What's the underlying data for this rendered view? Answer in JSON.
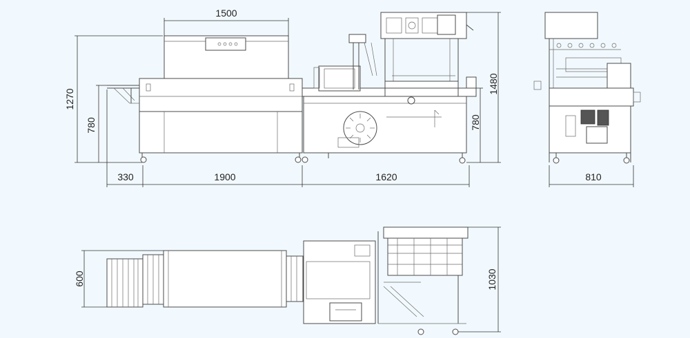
{
  "dimensions": {
    "top_width": "1500",
    "total_height": "1270",
    "tunnel_height": "780",
    "infeed": "330",
    "tunnel_length": "1900",
    "sealer_length": "1620",
    "sealer_height": "1480",
    "sealer_table_height": "780",
    "side_width": "810",
    "plan_width": "600",
    "plan_depth": "1030"
  }
}
